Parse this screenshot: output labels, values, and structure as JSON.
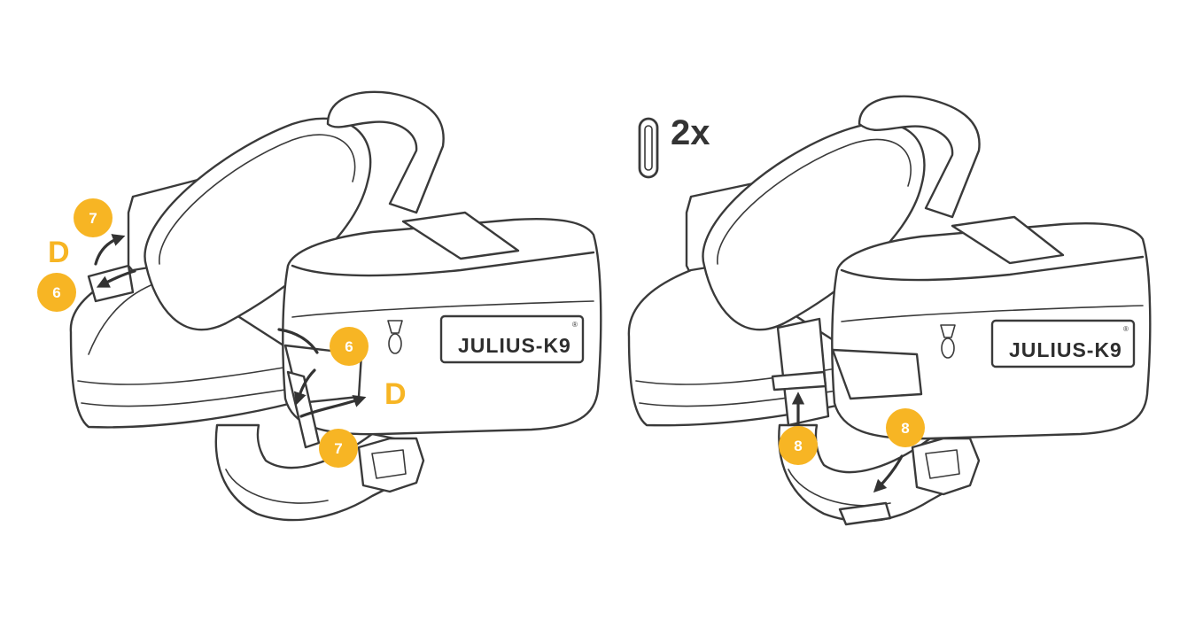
{
  "colors": {
    "accent": "#f7b524",
    "ink": "#3a3a3a"
  },
  "brand_label": "JULIUS-K9",
  "registered_mark": "®",
  "quantity_label": "2x",
  "left_figure": {
    "badges": [
      "7",
      "6",
      "6",
      "7"
    ],
    "letters": [
      "D",
      "D"
    ]
  },
  "right_figure": {
    "badges": [
      "8",
      "8"
    ]
  }
}
